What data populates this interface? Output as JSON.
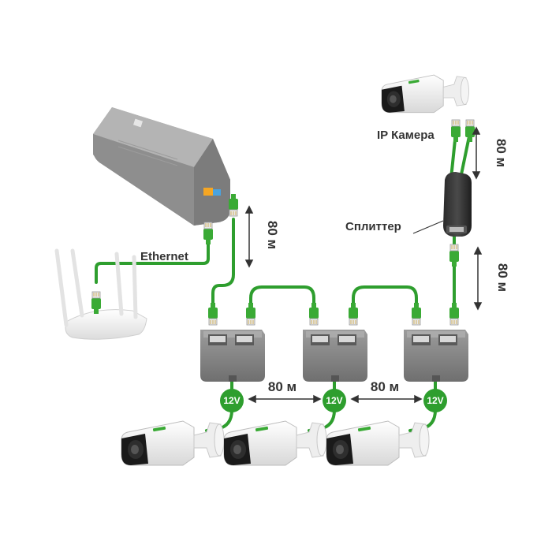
{
  "labels": {
    "ethernet": "Ethernet",
    "ip_camera": "IP Камера",
    "splitter": "Сплиттер",
    "dist_vertical_top": "80 м",
    "dist_vertical_right": "80 м",
    "dist_vertical_left": "80 м",
    "dist_horizontal_1": "80 м",
    "dist_horizontal_2": "80 м"
  },
  "power_badges": [
    "12V",
    "12V",
    "12V"
  ],
  "colors": {
    "cable": "#2e9e2e",
    "connector": "#3aaa35",
    "device_body": "#8a8a8a",
    "label_text": "#333333",
    "badge": "#2e9e2e"
  },
  "icons": [
    "poe-switch-icon",
    "router-icon",
    "camera-icon",
    "splitter-icon",
    "rj45-connector-icon",
    "poe-extender-icon"
  ]
}
